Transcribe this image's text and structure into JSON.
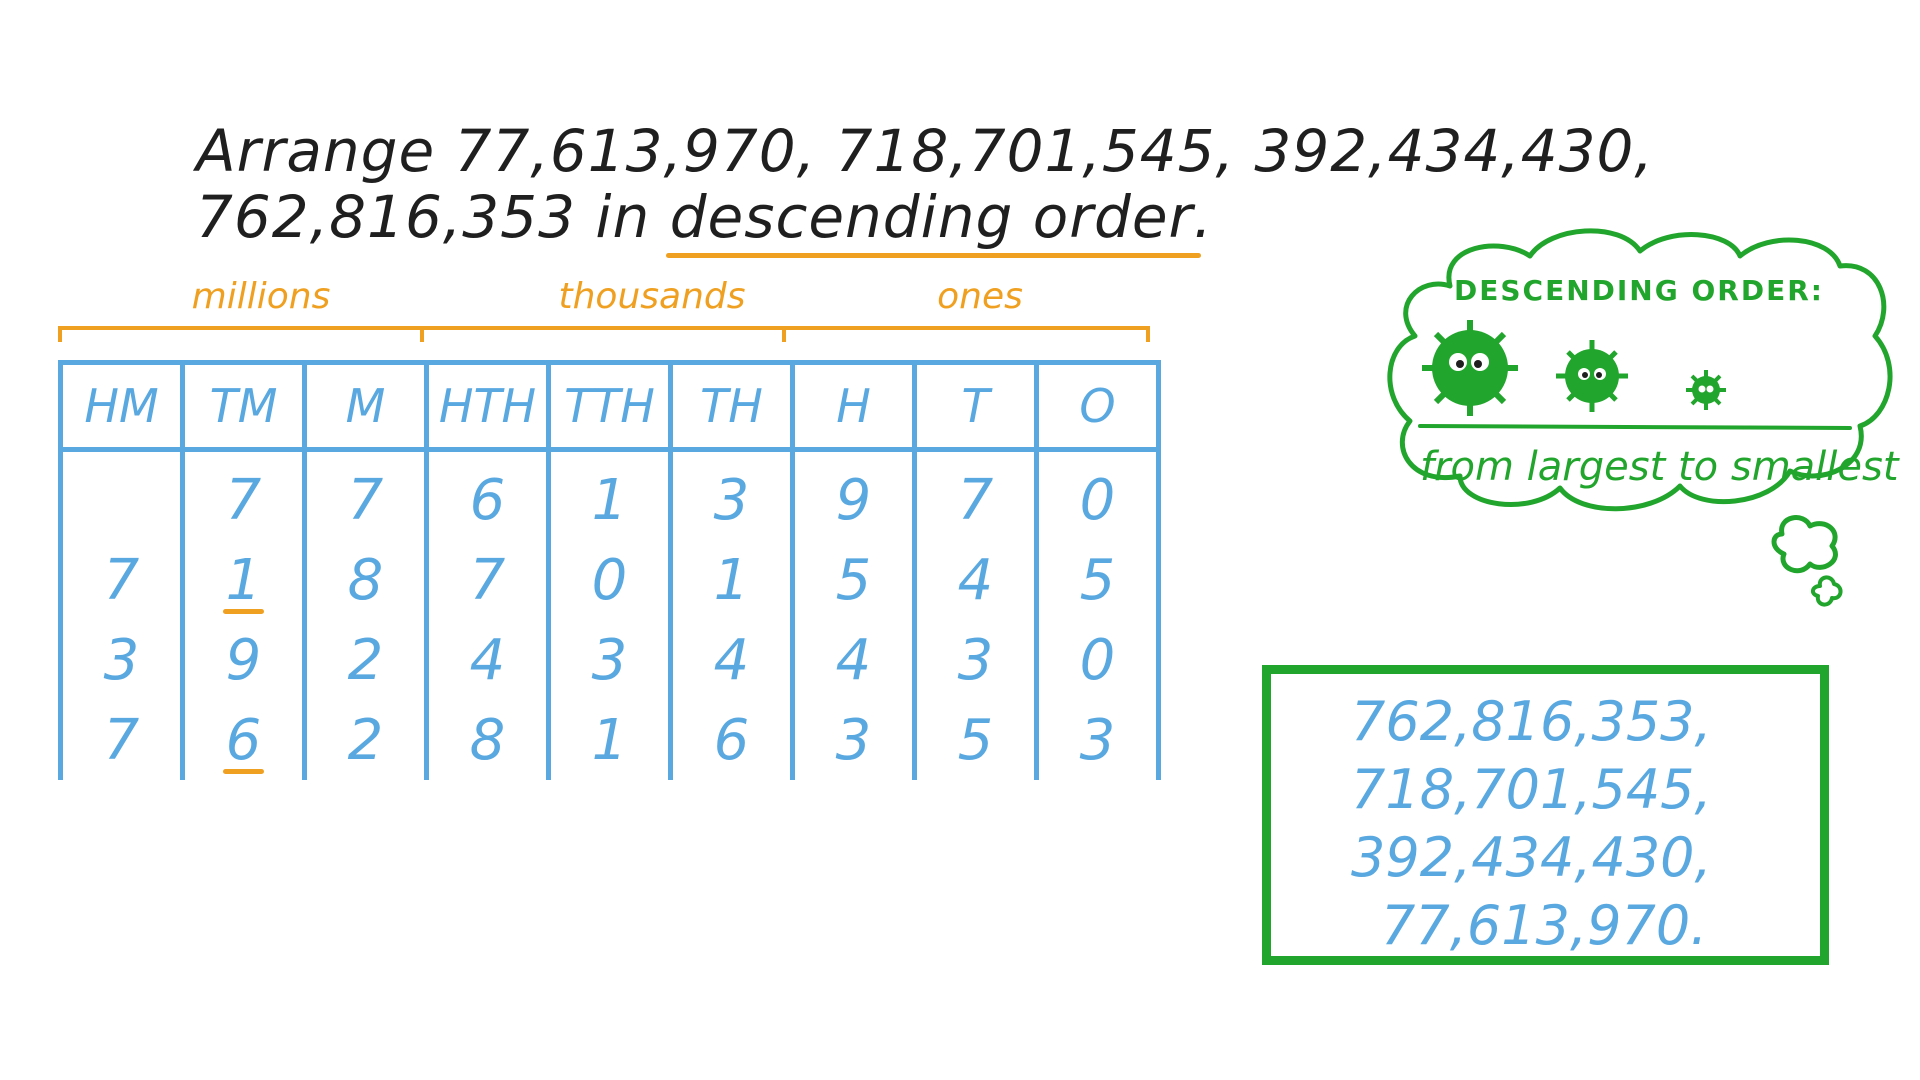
{
  "problem": {
    "line1": "Arrange 77,613,970, 718,701,545, 392,434,430,",
    "line2_prefix": "762,816,353 in ",
    "line2_emph": "descending order",
    "line2_suffix": "."
  },
  "groups": [
    "millions",
    "thousands",
    "ones"
  ],
  "table": {
    "headers": [
      "HM",
      "TM",
      "M",
      "HTH",
      "TTH",
      "TH",
      "H",
      "T",
      "O"
    ],
    "rows": [
      [
        "",
        "7",
        "7",
        "6",
        "1",
        "3",
        "9",
        "7",
        "0"
      ],
      [
        "7",
        "1",
        "8",
        "7",
        "0",
        "1",
        "5",
        "4",
        "5"
      ],
      [
        "3",
        "9",
        "2",
        "4",
        "3",
        "4",
        "4",
        "3",
        "0"
      ],
      [
        "7",
        "6",
        "2",
        "8",
        "1",
        "6",
        "3",
        "5",
        "3"
      ]
    ]
  },
  "cloud": {
    "title": "DESCENDING ORDER:",
    "caption": "from largest to smallest"
  },
  "answer": {
    "lines": [
      "762,816,353,",
      "718,701,545,",
      "392,434,430,",
      "77,613,970."
    ]
  },
  "colors": {
    "orange": "#f0a020",
    "blue": "#5aa8e0",
    "green": "#22a52c",
    "text": "#1f1f1f"
  }
}
